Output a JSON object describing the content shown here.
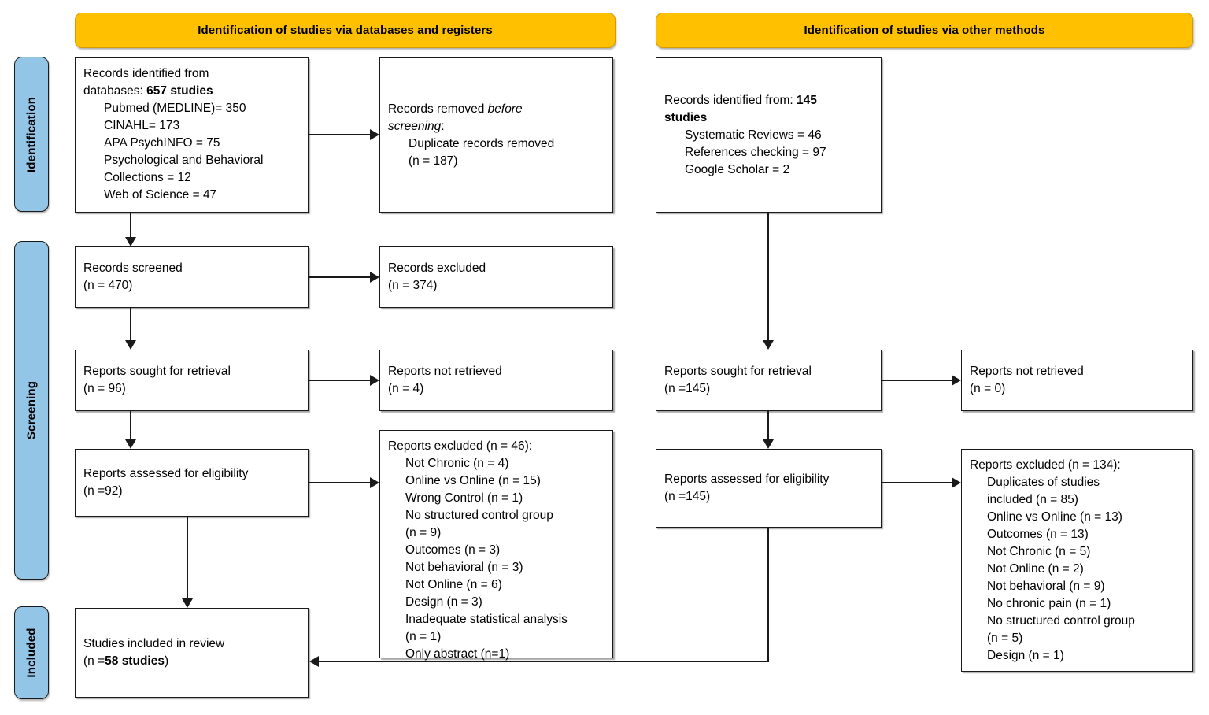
{
  "diagram": {
    "title": "PRISMA 2020 flow diagram",
    "colors": {
      "banner": "#FFC000",
      "stage_pill": "#93C5E7",
      "line": "#1a1a1a",
      "box_fill": "#ffffff"
    }
  },
  "banners": {
    "left": "Identification of studies via databases and registers",
    "right": "Identification of studies via other methods"
  },
  "stages": {
    "identification": "Identification",
    "screening": "Screening",
    "included": "Included"
  },
  "left_column": {
    "records_identified": {
      "line1": "Records identified from",
      "line2_prefix": "databases: ",
      "line2_bold": "657 studies",
      "items": [
        "Pubmed (MEDLINE)= 350",
        "CINAHL= 173",
        "APA PsychINFO = 75",
        "Psychological and Behavioral",
        "Collections = 12",
        "Web of Science = 47"
      ]
    },
    "records_removed": {
      "line1_prefix": "Records removed ",
      "line1_italic": "before",
      "line2_italic": "screening",
      "line2_suffix": ":",
      "items": [
        "Duplicate records removed",
        "(n = 187)"
      ]
    },
    "records_screened": {
      "line1": "Records screened",
      "line2": "(n = 470)"
    },
    "records_excluded": {
      "line1": "Records excluded",
      "line2": "(n = 374)"
    },
    "reports_sought": {
      "line1": "Reports sought for retrieval",
      "line2": "(n = 96)"
    },
    "reports_not_retrieved": {
      "line1": "Reports not retrieved",
      "line2": "(n = 4)"
    },
    "reports_assessed": {
      "line1": "Reports assessed for eligibility",
      "line2": "(n =92)"
    },
    "reports_excluded": {
      "header": "Reports excluded (n = 46):",
      "items": [
        "Not Chronic (n = 4)",
        "Online vs Online (n = 15)",
        "Wrong Control (n = 1)",
        "No structured control group",
        " (n = 9)",
        "Outcomes (n = 3)",
        "Not behavioral (n = 3)",
        "Not Online (n = 6)",
        "Design (n = 3)",
        "Inadequate statistical analysis",
        "(n = 1)",
        "Only abstract (n=1)"
      ]
    },
    "studies_included": {
      "line1": "Studies included in review",
      "line2_prefix": "(n =",
      "line2_bold": "58 studies",
      "line2_suffix": ")"
    }
  },
  "right_column": {
    "records_identified": {
      "line1_prefix": "Records identified from: ",
      "line1_bold": "145",
      "line2_bold": "studies",
      "items": [
        "Systematic Reviews = 46",
        "References checking = 97",
        "Google Scholar = 2"
      ]
    },
    "reports_sought": {
      "line1": "Reports sought for retrieval",
      "line2": "(n =145)"
    },
    "reports_not_retrieved": {
      "line1": "Reports not retrieved",
      "line2": "(n = 0)"
    },
    "reports_assessed": {
      "line1": "Reports assessed for eligibility",
      "line2": "(n =145)"
    },
    "reports_excluded": {
      "header": "Reports excluded (n = 134):",
      "items": [
        "Duplicates of studies",
        "included (n = 85)",
        "Online vs Online (n = 13)",
        "Outcomes (n = 13)",
        "Not Chronic (n = 5)",
        "Not Online (n = 2)",
        "Not behavioral (n = 9)",
        "No chronic pain (n = 1)",
        "No structured control group",
        "(n = 5)",
        "Design (n = 1)"
      ]
    }
  }
}
